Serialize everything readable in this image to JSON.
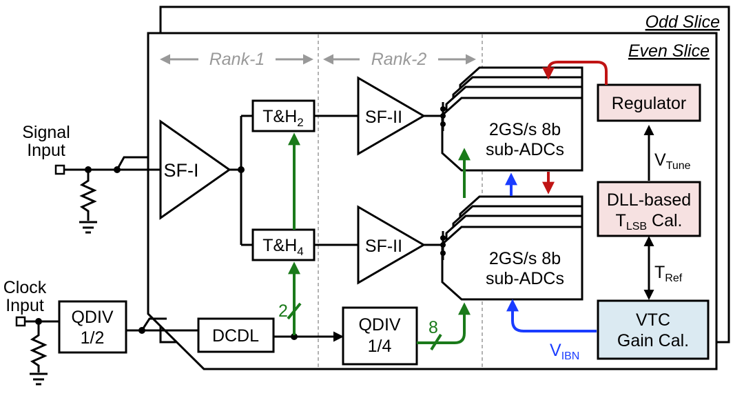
{
  "slices": {
    "odd": "Odd Slice",
    "even": "Even Slice"
  },
  "ranks": {
    "rank1": "Rank-1",
    "rank2": "Rank-2"
  },
  "inputs": {
    "signal_line1": "Signal",
    "signal_line2": "Input",
    "clock_line1": "Clock",
    "clock_line2": "Input"
  },
  "blocks": {
    "sf1": "SF-I",
    "sf2": "SF-II",
    "th_main": "T&H",
    "th2_sub": "2",
    "th4_sub": "4",
    "subadc_line1": "2GS/s 8b",
    "subadc_line2": "sub-ADCs",
    "regulator": "Regulator",
    "dll_line1": "DLL-based",
    "dll_t": "T",
    "dll_sub": "LSB",
    "dll_tail": " Cal.",
    "vtc_line1": "VTC",
    "vtc_line2": "Gain Cal.",
    "qdiv": "QDIV",
    "qdiv_half": "1/2",
    "qdiv_quarter": "1/4",
    "dcdl": "DCDL"
  },
  "signals": {
    "v": "V",
    "tune_sub": "Tune",
    "t": "T",
    "ref_sub": "Ref",
    "ibn_sub": "IBN",
    "bus2": "2",
    "bus8": "8"
  },
  "colors": {
    "regulator_fill": "#f6e1e1",
    "dll_fill": "#f6e1e1",
    "vtc_fill": "#dbeaf2",
    "green": "#1a7a1a",
    "blue": "#1a3cff",
    "red": "#c01414",
    "gray": "#999999"
  }
}
